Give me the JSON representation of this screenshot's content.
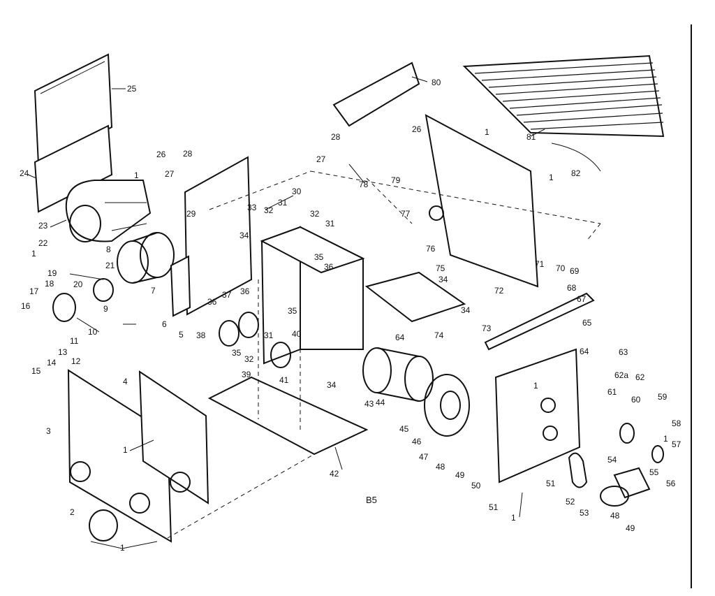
{
  "diagram": {
    "caption": "B5",
    "part_numbers": [
      "1",
      "2",
      "3",
      "4",
      "5",
      "6",
      "7",
      "8",
      "9",
      "10",
      "11",
      "12",
      "13",
      "14",
      "15",
      "16",
      "17",
      "18",
      "19",
      "20",
      "21",
      "22",
      "23",
      "24",
      "25",
      "26",
      "27",
      "28",
      "29",
      "30",
      "31",
      "32",
      "33",
      "34",
      "35",
      "36",
      "37",
      "38",
      "39",
      "40",
      "41",
      "42",
      "43",
      "44",
      "45",
      "46",
      "47",
      "48",
      "49",
      "50",
      "51",
      "52",
      "53",
      "54",
      "55",
      "56",
      "57",
      "58",
      "59",
      "60",
      "61",
      "62",
      "62a",
      "63",
      "64",
      "65",
      "67",
      "68",
      "69",
      "70",
      "71",
      "72",
      "73",
      "74",
      "75",
      "76",
      "77",
      "78",
      "79",
      "80",
      "81",
      "82"
    ]
  }
}
